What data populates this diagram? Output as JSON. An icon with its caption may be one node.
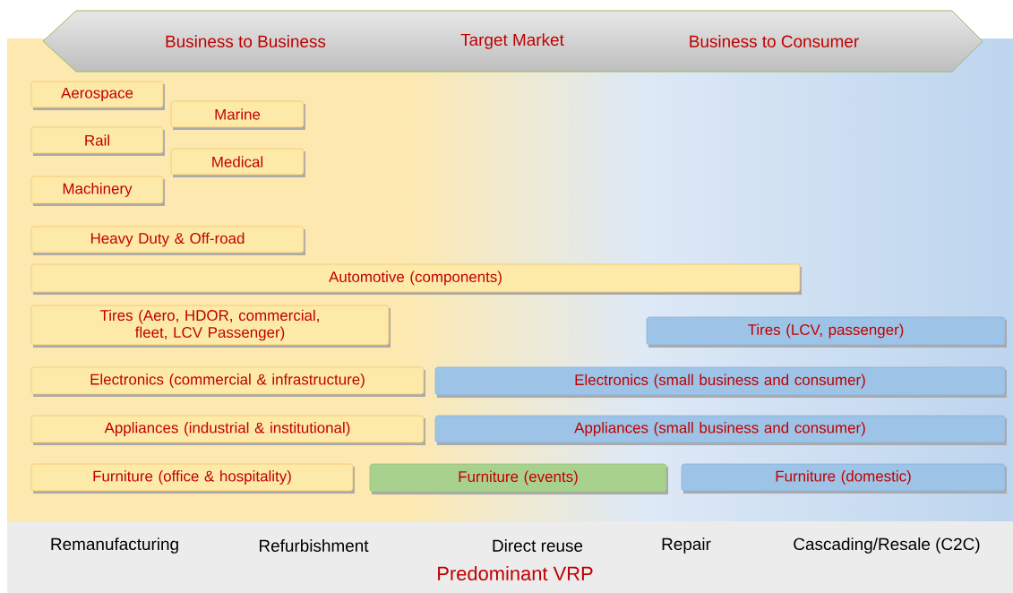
{
  "diagram": {
    "nodes": [
      {
        "text": [
          "Business to Business",
          "Target Market",
          "Business to Consumer"
        ]
      },
      {
        "text": [
          "Aerospace"
        ]
      },
      {
        "text": [
          "Marine"
        ]
      },
      {
        "text": [
          "Rail"
        ]
      },
      {
        "text": [
          "Medical"
        ]
      },
      {
        "text": [
          "Machinery"
        ]
      },
      {
        "text": [
          "Heavy Duty & Off-road"
        ]
      },
      {
        "text": [
          "Automotive (components)"
        ]
      },
      {
        "text": [
          "Tires (Aero, HDOR, commercial, fleet, LCV Passenger)"
        ]
      },
      {
        "text": [
          "Tires (LCV, passenger)"
        ]
      },
      {
        "text": [
          "Electronics (commercial & infrastructure)"
        ]
      },
      {
        "text": [
          "Electronics (small business and consumer)"
        ]
      },
      {
        "text": [
          "Appliances (industrial & institutional)"
        ]
      },
      {
        "text": [
          "Appliances (small business and consumer)"
        ]
      },
      {
        "text": [
          "Furniture (office & hospitality)"
        ]
      },
      {
        "text": [
          "Furniture (events)"
        ]
      },
      {
        "text": [
          "Furniture (domestic)"
        ]
      },
      {
        "text": [
          "Remanufacturing",
          "Refurbishment",
          "Direct reuse",
          "Repair",
          "Cascading/Resale (C2C)",
          "Predominant VRP"
        ]
      }
    ]
  }
}
